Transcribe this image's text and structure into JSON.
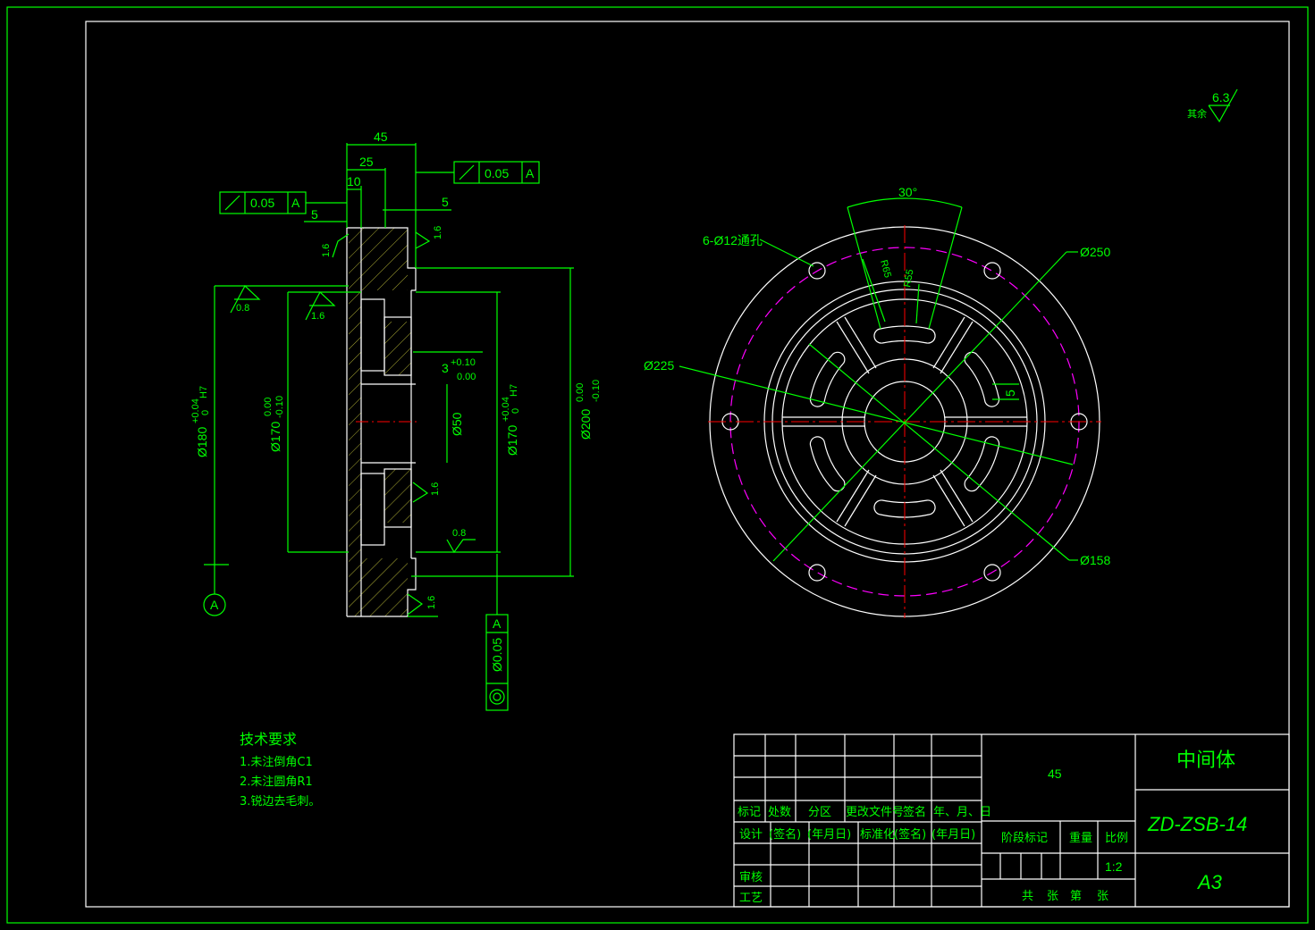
{
  "surface_finish_note": {
    "label": "其余",
    "value": "6.3"
  },
  "section_view": {
    "dims": {
      "d45": "45",
      "d25": "25",
      "d10": "10",
      "d5a": "5",
      "d5b": "5",
      "gd_value_top_left": "0.05",
      "gd_datum_top_left": "A",
      "gd_value_top_right": "0.05",
      "gd_datum_top_right": "A",
      "gd_value_bottom": "Ø0.05",
      "gd_datum_bottom": "A",
      "rough_16_a": "1.6",
      "rough_16_b": "1.6",
      "rough_16_c": "1.6",
      "rough_16_d": "1.6",
      "rough_16_e": "1.6",
      "rough_08_a": "0.8",
      "rough_08_b": "0.8",
      "depth_3": "3",
      "depth_3_upper": "+0.10",
      "depth_3_lower": "0.00",
      "dia_180": "Ø180",
      "dia_180_tol_upper": "+0.04",
      "dia_180_tol_lower": "0",
      "dia_180_fit": "H7",
      "dia_170_left": "Ø170",
      "dia_170_left_tol_upper": "0.00",
      "dia_170_left_tol_lower": "-0.10",
      "dia_170_right": "Ø170",
      "dia_170_right_tol_upper": "+0.04",
      "dia_170_right_tol_lower": "0",
      "dia_170_right_fit": "H7",
      "dia_200": "Ø200",
      "dia_200_tol_upper": "0.00",
      "dia_200_tol_lower": "-0.10",
      "dia_50": "Ø50",
      "datum": "A"
    }
  },
  "front_view": {
    "dims": {
      "angle": "30°",
      "holes": "6-Ø12通孔",
      "r65": "R65",
      "r55": "R55",
      "d250": "Ø250",
      "d225": "Ø225",
      "d158": "Ø158",
      "d5": "5"
    }
  },
  "technical_requirements": {
    "title": "技术要求",
    "items": [
      "1.未注倒角C1",
      "2.未注圆角R1",
      "3.锐边去毛刺。"
    ]
  },
  "title_block": {
    "material": "45",
    "part_name": "中间体",
    "drawing_number": "ZD-ZSB-14",
    "sheet_size": "A3",
    "scale": "1:2",
    "headers": [
      "标记",
      "处数",
      "分区",
      "更改文件号",
      "签名",
      "年、月、日"
    ],
    "row_design": [
      "设计",
      "(签名)",
      "(年月日)",
      "标准化",
      "(签名)",
      "(年月日)"
    ],
    "row_review": "审核",
    "row_process": "工艺",
    "stage_mark": "阶段标记",
    "weight": "重量",
    "ratio": "比例",
    "sheets": [
      "共",
      "张",
      "第",
      "张"
    ]
  }
}
